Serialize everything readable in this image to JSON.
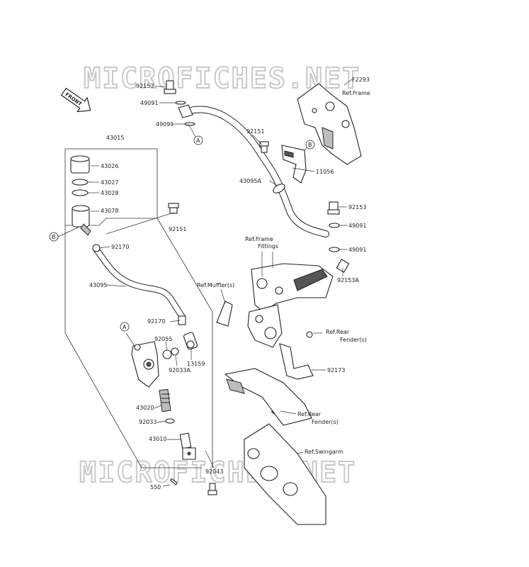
{
  "watermark": {
    "top": "MICROFICHES.NET",
    "bottom": "MICROFICHES.NET"
  },
  "figure_id": "F2293",
  "front_marker": "FRONT",
  "callouts": {
    "a": "A",
    "b": "B"
  },
  "labels": {
    "p92153_top": "92153",
    "p49091_a": "49091",
    "p49091_b": "49091",
    "p43015": "43015",
    "p43026": "43026",
    "p43027": "43027",
    "p43028": "43028",
    "p43078": "43078",
    "p92151_left": "92151",
    "p92170_a": "92170",
    "p43095": "43095",
    "p92170_b": "92170",
    "p92055": "92055",
    "p13159": "13159",
    "p92033a": "92033A",
    "p43020": "43020",
    "p92033": "92033",
    "p43010": "43010",
    "p92043": "92043",
    "p550": "550",
    "ref_frame_top": "Ref.Frame",
    "p92151_right": "92151",
    "p11056": "11056",
    "p43095a": "43095A",
    "p92153_right": "92153",
    "p49091_c": "49091",
    "p49091_d": "49091",
    "ref_frame_fittings_1": "Ref.Frame",
    "ref_frame_fittings_2": "Fittings",
    "p92153a": "92153A",
    "ref_muffler": "Ref.Muffler(s)",
    "ref_rear_fender_1a": "Ref.Rear",
    "ref_rear_fender_1b": "Fender(s)",
    "p92173": "92173",
    "ref_rear_fender_2a": "Ref.Rear",
    "ref_rear_fender_2b": "Fender(s)",
    "ref_swingarm": "Ref.Swingarm"
  }
}
